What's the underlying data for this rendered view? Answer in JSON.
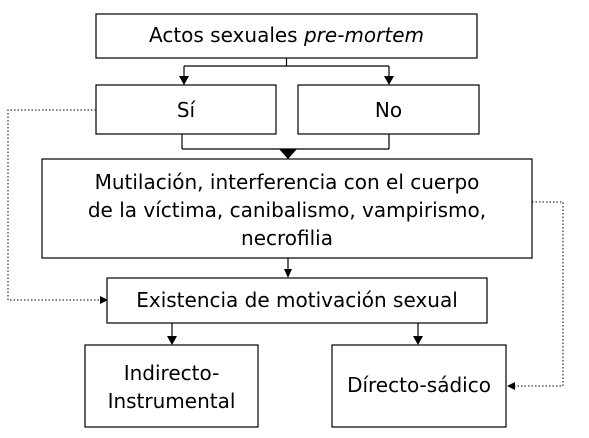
{
  "diagram": {
    "top": {
      "text": "Actos sexuales ",
      "italic": "pre-mortem"
    },
    "yes": "Sí",
    "no": "No",
    "middle": {
      "line1": "Mutilación, interferencia con el cuerpo",
      "line2": "de la víctima, canibalismo, vampirismo,",
      "line3": "necrofilia"
    },
    "motivation": "Existencia de motivación sexual",
    "indirect": {
      "line1": "Indirecto-",
      "line2": "Instrumental"
    },
    "direct": "Dírecto-sádico"
  }
}
